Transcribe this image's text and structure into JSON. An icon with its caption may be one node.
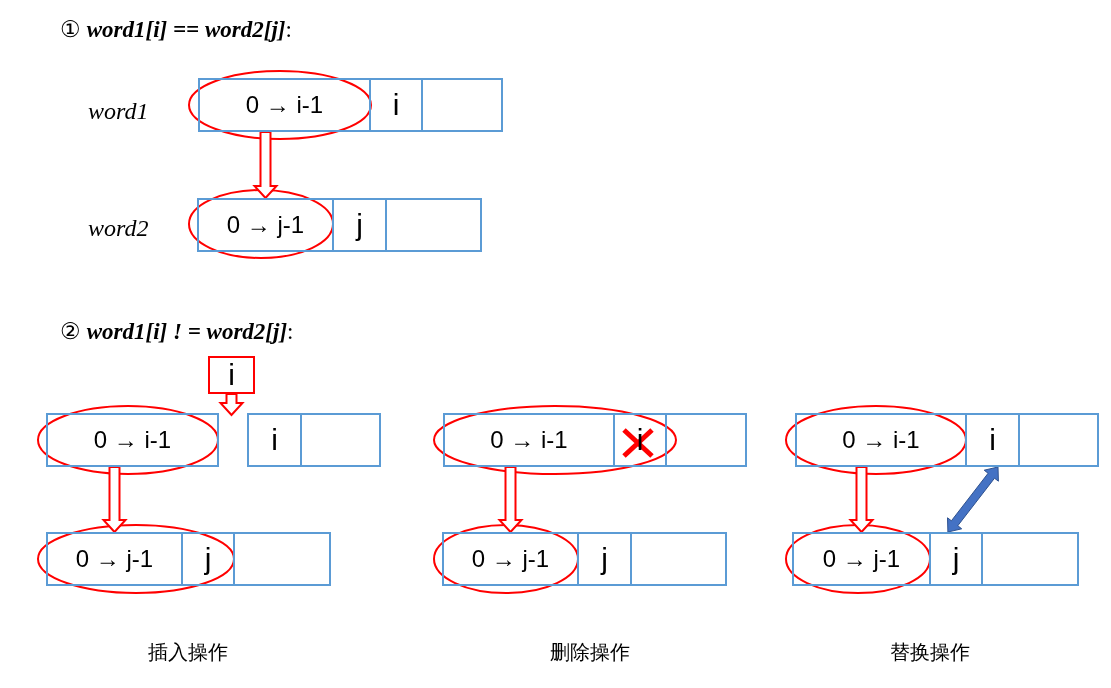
{
  "diagram": {
    "nodes": [
      {
        "text": [
          "0 → i-1"
        ]
      },
      {
        "text": [
          "i"
        ]
      },
      {
        "text": [],
        "shape": "box"
      },
      {
        "text": [
          "0 → j-1"
        ]
      },
      {
        "text": [
          "j"
        ]
      },
      {
        "text": [],
        "shape": "box"
      },
      {
        "text": [
          "i"
        ]
      },
      {
        "text": [
          "0 → i-1"
        ]
      },
      {
        "text": [
          "i"
        ]
      },
      {
        "text": [],
        "shape": "box"
      },
      {
        "text": [
          "0 → i-1"
        ]
      },
      {
        "text": [
          "i"
        ]
      },
      {
        "text": [],
        "shape": "box"
      },
      {
        "text": [
          "0 → i-1"
        ]
      },
      {
        "text": [
          "i"
        ]
      },
      {
        "text": [],
        "shape": "box"
      },
      {
        "text": [
          "0 → j-1"
        ]
      },
      {
        "text": [
          "j"
        ]
      },
      {
        "text": [],
        "shape": "box"
      },
      {
        "text": [
          "0 → j-1"
        ]
      },
      {
        "text": [
          "j"
        ]
      },
      {
        "text": [],
        "shape": "box"
      },
      {
        "text": [
          "0 → j-1"
        ]
      },
      {
        "text": [
          "j"
        ]
      },
      {
        "text": [],
        "shape": "box"
      }
    ],
    "edges": [
      {
        "from": 0,
        "to": 3,
        "arrow": "to"
      },
      {
        "from": 6,
        "to": null,
        "arrow": "to"
      },
      {
        "from": 7,
        "to": 16,
        "arrow": "to"
      },
      {
        "from": 10,
        "to": 19,
        "arrow": "to"
      },
      {
        "from": 13,
        "to": 22,
        "arrow": "to"
      },
      {
        "from": 14,
        "to": 23,
        "arrow": "both",
        "color": "#4472c4"
      }
    ],
    "labels": [
      "① **word1[i] == word2[j]**:",
      "word1",
      "word2",
      "② **word1[i] ! = word2[j]**:",
      "插入操作",
      "删除操作",
      "替换操作"
    ]
  }
}
